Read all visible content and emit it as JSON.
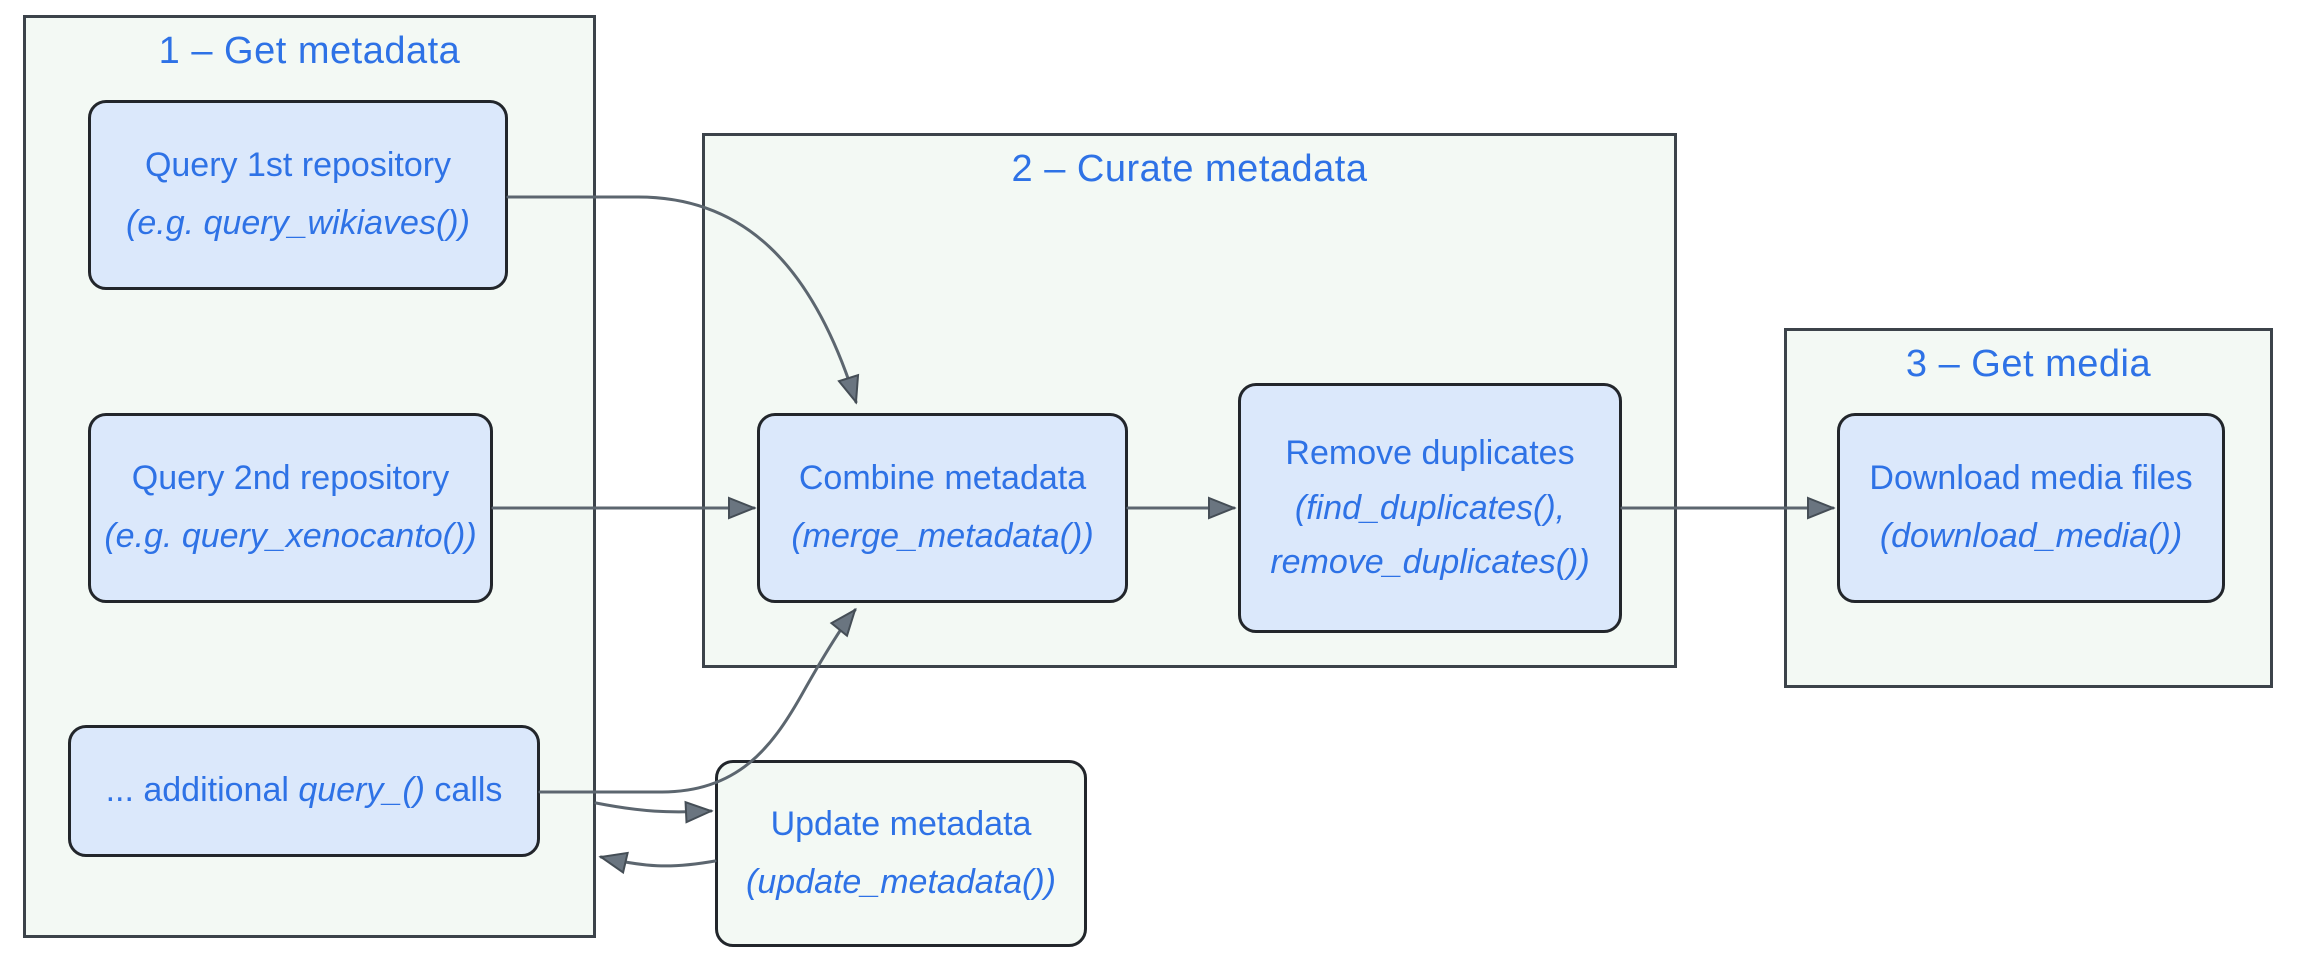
{
  "groups": {
    "group1": {
      "title": "1 – Get metadata"
    },
    "group2": {
      "title": "2 – Curate metadata"
    },
    "group3": {
      "title": "3 – Get media"
    }
  },
  "nodes": {
    "query1": {
      "line1": "Query 1st repository",
      "line2": "(e.g. query_wikiaves())"
    },
    "query2": {
      "line1": "Query 2nd repository",
      "line2": "(e.g. query_xenocanto())"
    },
    "additional": {
      "prefix": "... additional ",
      "fn": "query_()",
      "suffix": " calls"
    },
    "combine": {
      "line1": "Combine metadata",
      "line2": "(merge_metadata())"
    },
    "remove": {
      "line1": "Remove duplicates",
      "line2": "(find_duplicates(),",
      "line3": "remove_duplicates())"
    },
    "download": {
      "line1": "Download media files",
      "line2": "(download_media())"
    },
    "update": {
      "line1": "Update metadata",
      "line2": "(update_metadata())"
    }
  },
  "edges": [
    {
      "from": "query1",
      "to": "combine",
      "entry": "top"
    },
    {
      "from": "query2",
      "to": "combine",
      "entry": "left"
    },
    {
      "from": "additional",
      "to": "combine",
      "entry": "bottom"
    },
    {
      "from": "additional",
      "to": "update",
      "entry": "left"
    },
    {
      "from": "update",
      "to": "additional",
      "entry": "group1-right-border"
    },
    {
      "from": "combine",
      "to": "remove",
      "entry": "left"
    },
    {
      "from": "remove",
      "to": "download",
      "entry": "left"
    }
  ],
  "colors": {
    "text_blue": "#2e72e6",
    "node_fill": "#dbe8fb",
    "node_border": "#22262b",
    "group_fill": "#f3f9f4",
    "group_border": "#3c434a",
    "arrow": "#5c666f",
    "arrowhead_fill": "#6a7580",
    "background": "#ffffff"
  }
}
